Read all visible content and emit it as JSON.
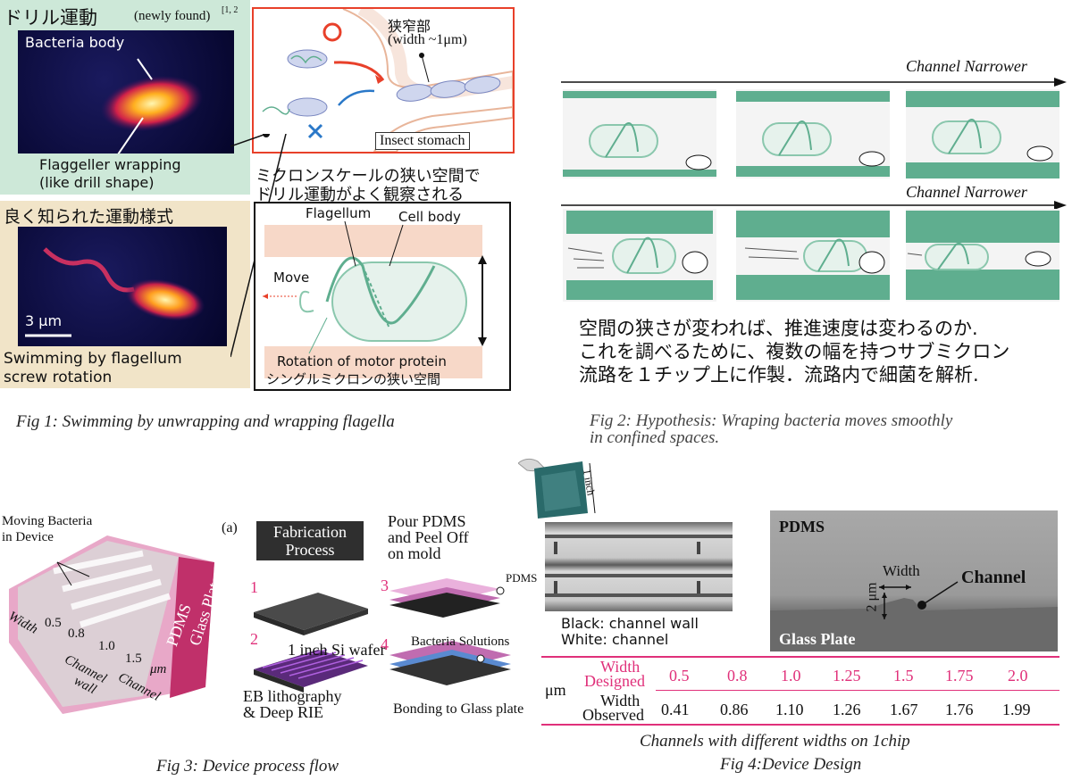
{
  "fig1": {
    "drill_title": "ドリル運動",
    "drill_note": "(newly found)",
    "drill_ref": "[1, 2",
    "bacteria_body": "Bacteria body",
    "flagella_wrap_1": "Flaggeller wrapping",
    "flagella_wrap_2": "(like drill shape)",
    "known_title": "良く知られた運動様式",
    "scale": "3 μm",
    "swim_1": "Swimming by flagellum",
    "swim_2": "screw rotation",
    "narrow_label": "狭窄部",
    "narrow_width": "(width ~1μm)",
    "insect": "Insect stomach",
    "mid_jp_1": "ミクロンスケールの狭い空間で",
    "mid_jp_2": "ドリル運動がよく観察される",
    "flagellum": "Flagellum",
    "cell_body": "Cell body",
    "move": "Move",
    "rotation": "Rotation of motor protein",
    "single_space": "シングルミクロンの狭い空間",
    "caption": "Fig 1: Swimming by unwrapping and wrapping flagella",
    "colors": {
      "green_bg": "#cde8d8",
      "tan_bg": "#f1e4c8",
      "red": "#e8402a",
      "blue": "#2a78c8",
      "teal": "#5fae8f"
    }
  },
  "fig2": {
    "channel_narrower": "Channel Narrower",
    "jp_1": "空間の狭さが変われば、推進速度は変わるのか.",
    "jp_2": "これを調べるために、複数の幅を持つサブミクロン",
    "jp_3": "流路を１チップ上に作製．流路内で細菌を解析.",
    "caption_1": "Fig 2: Hypothesis: Wraping bacteria moves smoothly",
    "caption_2": "in confined spaces.",
    "icons": [
      "turtle-icon",
      "rabbit-icon"
    ]
  },
  "fig3": {
    "moving_1": "Moving Bacteria",
    "moving_2": "in Device",
    "pdms": "PDMS",
    "glass": "Glass Plate",
    "width": "Width",
    "w05": "0.5",
    "w08": "0.8",
    "w10": "1.0",
    "w15": "1.5",
    "um": "μm",
    "channel_wall_1": "Channel",
    "channel_wall_2": "wall",
    "channel": "Channel",
    "a_label": "(a)",
    "fab_1": "Fabrication",
    "fab_2": "Process",
    "pour_1": "Pour PDMS",
    "pour_2": "and Peel Off",
    "pour_3": "on mold",
    "step1": "1",
    "step2": "2",
    "step3": "3",
    "step4": "4",
    "si_wafer": "1 inch Si wafer",
    "pdms_small": "PDMS",
    "bact_sol": "Bacteria Solutions",
    "eb_1": "EB lithography",
    "eb_2": "& Deep RIE",
    "bonding": "Bonding to Glass plate",
    "caption": "Fig 3: Device process flow"
  },
  "fig4": {
    "inch": "1 inch",
    "black_wall": "Black: channel wall",
    "white_ch": "White: channel",
    "pdms": "PDMS",
    "width": "Width",
    "two_um": "2 μm",
    "channel": "Channel",
    "glass": "Glass Plate",
    "table": {
      "unit": "μm",
      "designed_label_1": "Width",
      "designed_label_2": "Designed",
      "observed_label_1": "Width",
      "observed_label_2": "Observed",
      "designed": [
        "0.5",
        "0.8",
        "1.0",
        "1.25",
        "1.5",
        "1.75",
        "2.0"
      ],
      "observed": [
        "0.41",
        "0.86",
        "1.10",
        "1.26",
        "1.67",
        "1.76",
        "1.99"
      ]
    },
    "subcaption": "Channels with different widths on 1chip",
    "caption": "Fig 4:Device Design"
  }
}
